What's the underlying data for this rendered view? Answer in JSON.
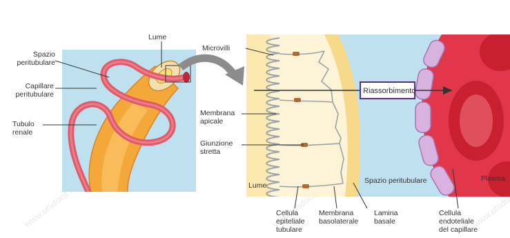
{
  "colors": {
    "left_bg": "#bfe0ef",
    "tubule": "#f5a83a",
    "capillary": "#e05a6a",
    "lumen_zone": "#fbe9b0",
    "cell_zone": "#fdf3d6",
    "peritubular": "#bfe0ef",
    "plasma": "#e2364a",
    "red_cell": "#c9202f",
    "endothelial": "#d9b3e0",
    "arrow_box_border": "#5a2d82",
    "leader_line": "#333333"
  },
  "labels": {
    "lume_top": "Lume",
    "spazio_peritubulare_left": "Spazio\nperitubulare",
    "capillare_peritubulare": "Capillare\nperitubulare",
    "tubulo_renale": "Tubulo\nrenale",
    "microvilli": "Microvilli",
    "membrana_apicale": "Membrana\napicale",
    "giunzione_stretta": "Giunzione\nstretta",
    "riassorbimento": "Riassorbimento",
    "lume_inner": "Lume",
    "spazio_peritubulare_right": "Spazio peritubulare",
    "plasma": "Plasma",
    "cellula_epiteliale": "Cellula\nepiteliale\ntubulare",
    "membrana_basolaterale": "Membrana\nbasolaterale",
    "lamina_basale": "Lamina\nbasale",
    "cellula_endoteliale": "Cellula\nendoteliale\ndel capillare"
  },
  "watermark": "www.unidocs.it"
}
